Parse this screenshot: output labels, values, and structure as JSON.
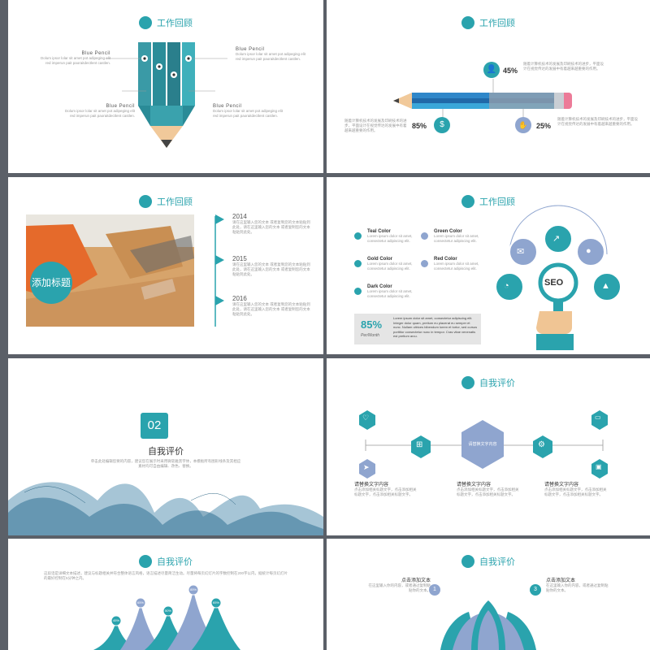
{
  "s1": {
    "title": "工作回顾",
    "tl_label": "Blue Pencil",
    "tl_text": "Dolum ipsor lolar sit amet pot adipeging elit red imperun pait paoraitdectlent castlen.",
    "tr_label": "Blue Pencil",
    "tr_text": "Dolum ipsor lolar sit amet pot adipeging elit red imperun pait paoraitdectlent castlen.",
    "bl_label": "Blue Pencil",
    "bl_text": "Dolum ipsor lolar sit amet pot adipeging elit red imperun pait paoraitdectlent castlen.",
    "br_label": "Blue Pencil",
    "br_text": "Dolum ipsor lolar sit amet pot adipeging elit red imperun pait paoraitdectlent castlen."
  },
  "s2": {
    "title": "工作回顾",
    "p1": "45%",
    "p1_text": "随着计算机技术的发展及印刷技术的进步，平面设计在视觉传达的发展中有着越来越重要的作用。",
    "p2": "85%",
    "p2_text": "随着计算机技术的发展及印刷技术的进步，平面设计在视觉传达的发展中有着越来越重要的作用。",
    "p3": "25%",
    "p3_text": "随着计算机技术的发展及印刷技术的进步，平面设计在视觉传达的发展中有着越来越重要的作用。",
    "progress": [
      0.45,
      0.85,
      0.25
    ]
  },
  "s3": {
    "title": "工作回顾",
    "badge": "添加标题",
    "items": [
      {
        "year": "2014",
        "text": "请在这里输入您的文本 或者复制您的文本粘贴到此处，请在这里输入您的文本 或者复制您的文本粘贴到此处。"
      },
      {
        "year": "2015",
        "text": "请在这里输入您的文本 或者复制您的文本粘贴到此处，请在这里输入您的文本 或者复制您的文本粘贴到此处。"
      },
      {
        "year": "2016",
        "text": "请在这里输入您的文本 或者复制您的文本粘贴到此处，请在这里输入您的文本 或者复制您的文本粘贴到此处。"
      }
    ]
  },
  "s4": {
    "title": "工作回顾",
    "colors": [
      {
        "name": "Teal Color",
        "text": "Lorem ipsum dolor sit amet, consectetur adipiscing elit.",
        "color": "#2aa3ad"
      },
      {
        "name": "Green Color",
        "text": "Lorem ipsum dolor sit amet, consectetur adipiscing elit.",
        "color": "#8fa5cf"
      },
      {
        "name": "Gold Color",
        "text": "Lorem ipsum dolor sit amet, consectetur adipiscing elit.",
        "color": "#2aa3ad"
      },
      {
        "name": "Red Color",
        "text": "Lorem ipsum dolor sit amet, consectetur adipiscing elit.",
        "color": "#8fa5cf"
      },
      {
        "name": "Dark Color",
        "text": "Lorem ipsum dolor sit amet, consectetur adipiscing elit.",
        "color": "#2aa3ad"
      }
    ],
    "box_pct": "85%",
    "box_unit": "Per/Month",
    "box_text": "Lorem ipsum dolor sit amet, consectetur adipiscing elit. Integer dolor quam, pretium eu placerat eu semper et nunc. Nullam ultrices bibendum lorem et tortor, sed cursus porttitor consectetur nunc in tempor. Cras vitae venenatis est pretium arcu.",
    "seo": "SEO"
  },
  "s5": {
    "number": "02",
    "title": "自我评价",
    "text": "单击此处编辑您要的内容，建议您在展示时采用微软雅黑字体，本模板所有图形线条及其相应素材均可自由编辑、改色、替换。"
  },
  "s6": {
    "title": "自我评价",
    "center": "请替换文字内容",
    "cols": [
      {
        "head": "请替换文字内容",
        "text": "点击添加相关标题文字，点击添加相关标题文字，点击添加相关标题文字。"
      },
      {
        "head": "请替换文字内容",
        "text": "点击添加相关标题文字，点击添加相关标题文字，点击添加相关标题文字。"
      },
      {
        "head": "请替换文字内容",
        "text": "点击添加相关标题文字，点击添加相关标题文字，点击添加相关标题文字。"
      }
    ]
  },
  "s7": {
    "title": "自我评价",
    "text": "这段话是详细文本描述，建议与标题相关并符合整体语言风格，语言描述尽量简洁生动。尽量将每页幻灯片的字数控制在200字以内，据统计每页幻灯片的最好控制在5分钟之内。",
    "peaks": [
      "45%",
      "65%",
      "50%",
      "85%",
      "65%"
    ]
  },
  "s8": {
    "title": "自我评价",
    "l_head": "点击添加文本",
    "l_text": "在这里输入你的内容，或者通过复制粘贴你的文本。",
    "l_num": "1",
    "r_head": "点击添加文本",
    "r_text": "在这里输入你的内容，或者通过复制粘贴你的文本。",
    "r_num": "3"
  }
}
